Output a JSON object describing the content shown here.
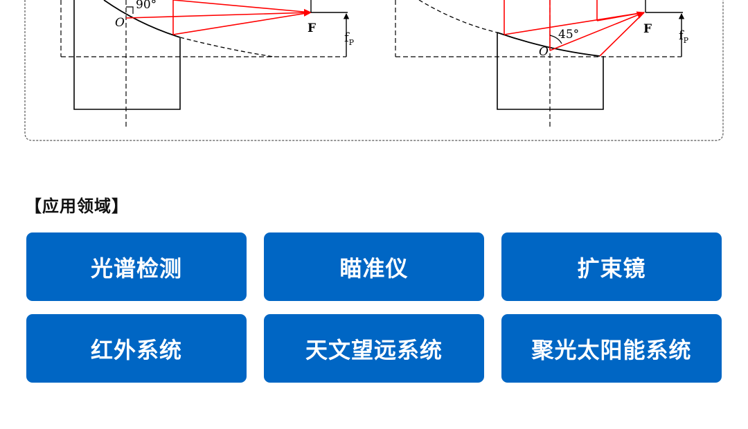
{
  "diagram": {
    "left": {
      "angle_label": "90°",
      "origin_label": "O",
      "focus_label": "F",
      "focal_label": "f",
      "focal_sub": "P"
    },
    "right": {
      "angle_label": "45°",
      "origin_label": "O",
      "focus_label": "F",
      "focal_label": "f",
      "focal_sub": "P"
    },
    "colors": {
      "rays": "#ff0000",
      "lines": "#000000",
      "frame": "#555555"
    }
  },
  "section": {
    "title": "【应用领域】"
  },
  "applications": {
    "color": "#0066c4",
    "items": [
      {
        "label": "光谱检测"
      },
      {
        "label": "瞄准仪"
      },
      {
        "label": "扩束镜"
      },
      {
        "label": "红外系统"
      },
      {
        "label": "天文望远系统"
      },
      {
        "label": "聚光太阳能系统"
      }
    ]
  }
}
